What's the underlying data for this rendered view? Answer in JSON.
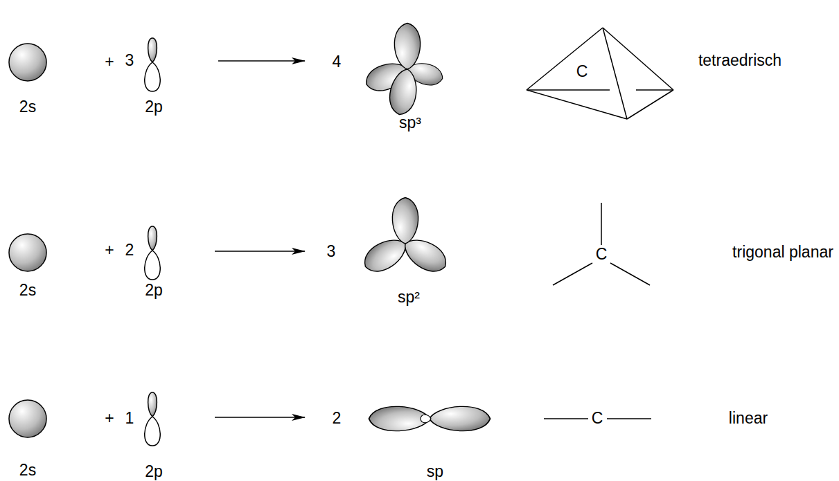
{
  "diagram": {
    "labels": [
      "2s",
      "+",
      "3",
      "2p",
      "4",
      "sp³",
      "C",
      "tetraedrisch",
      "2s",
      "+",
      "2",
      "2p",
      "3",
      "sp²",
      "C",
      "trigonal planar",
      "2s",
      "+",
      "1",
      "2p",
      "2",
      "sp",
      "C",
      "linear"
    ]
  }
}
